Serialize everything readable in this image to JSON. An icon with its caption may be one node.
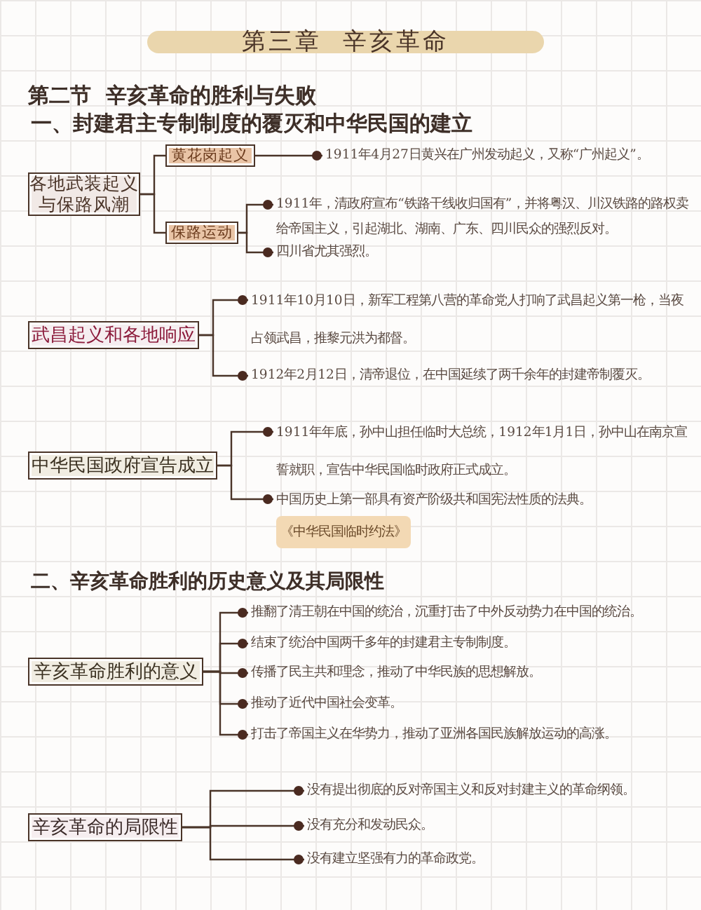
{
  "diagram": {
    "title": "第三章  辛亥革命",
    "nodes": [
      {
        "text": [
          "各地武装起义与保路风潮"
        ]
      },
      {
        "text": [
          "黄花岗起义"
        ]
      },
      {
        "text": [
          "保路运动"
        ]
      },
      {
        "text": [
          "1911年4月27日黄兴在广州发动起义，又称“广州起义”。"
        ]
      },
      {
        "text": [
          "1911年，清政府宣布“铁路干线收归国有”，并将粤汉、川汉铁路的路权卖给帝国主义，引起湖北、湖南、广东、四川民众的强烈反对。"
        ]
      },
      {
        "text": [
          "四川省尤其强烈。"
        ]
      },
      {
        "text": [
          "武昌起义和各地响应"
        ]
      },
      {
        "text": [
          "1911年10月10日，新军工程第八营的革命党人打响了武昌起义第一枪，当夜占领武昌，推黎元洪为都督。"
        ]
      },
      {
        "text": [
          "1912年2月12日，清帝退位，在中国延续了两千余年的封建帝制覆灭。"
        ]
      },
      {
        "text": [
          "中华民国政府宣告成立"
        ]
      },
      {
        "text": [
          "1911年年底，孙中山担任临时大总统，1912年1月1日，孙中山在南京宣誓就职，宣告中华民国临时政府正式成立。"
        ]
      },
      {
        "text": [
          "中国历史上第一部具有资产阶级共和国宪法性质的法典。",
          "《中华民国临时约法》"
        ]
      },
      {
        "text": [
          "辛亥革命胜利的意义"
        ]
      },
      {
        "text": [
          "推翻了清王朝在中国的统治，沉重打击了中外反动势力在中国的统治。"
        ]
      },
      {
        "text": [
          "结束了统治中国两千多年的封建君主专制制度。"
        ]
      },
      {
        "text": [
          "传播了民主共和理念，推动了中华民族的思想解放。"
        ]
      },
      {
        "text": [
          "推动了近代中国社会变革。"
        ]
      },
      {
        "text": [
          "打击了帝国主义在华势力，推动了亚洲各国民族解放运动的高涨。"
        ]
      },
      {
        "text": [
          "辛亥革命的局限性"
        ]
      },
      {
        "text": [
          "没有提出彻底的反对帝国主义和反对封建主义的革命纲领。"
        ]
      },
      {
        "text": [
          "没有充分和发动民众。"
        ]
      },
      {
        "text": [
          "没有建立坚强有力的革命政党。"
        ]
      }
    ],
    "edges": [
      {
        "from": 0,
        "to": 1,
        "arrow": "none"
      },
      {
        "from": 0,
        "to": 2,
        "arrow": "none"
      },
      {
        "from": 1,
        "to": 3,
        "arrow": "other"
      },
      {
        "from": 2,
        "to": 4,
        "arrow": "other"
      },
      {
        "from": 2,
        "to": 5,
        "arrow": "other"
      },
      {
        "from": 6,
        "to": 7,
        "arrow": "other"
      },
      {
        "from": 6,
        "to": 8,
        "arrow": "other"
      },
      {
        "from": 9,
        "to": 10,
        "arrow": "other"
      },
      {
        "from": 9,
        "to": 11,
        "arrow": "other"
      },
      {
        "from": 12,
        "to": 13,
        "arrow": "other"
      },
      {
        "from": 12,
        "to": 14,
        "arrow": "other"
      },
      {
        "from": 12,
        "to": 15,
        "arrow": "other"
      },
      {
        "from": 12,
        "to": 16,
        "arrow": "other"
      },
      {
        "from": 12,
        "to": 17,
        "arrow": "other"
      },
      {
        "from": 18,
        "to": 19,
        "arrow": "other"
      },
      {
        "from": 18,
        "to": 20,
        "arrow": "other"
      },
      {
        "from": 18,
        "to": 21,
        "arrow": "other"
      }
    ],
    "labels": [
      "第二节  辛亥革命的胜利与失败",
      "一、封建君主专制制度的覆灭和中华民国的建立",
      "二、辛亥革命胜利的历史意义及其局限性"
    ]
  }
}
